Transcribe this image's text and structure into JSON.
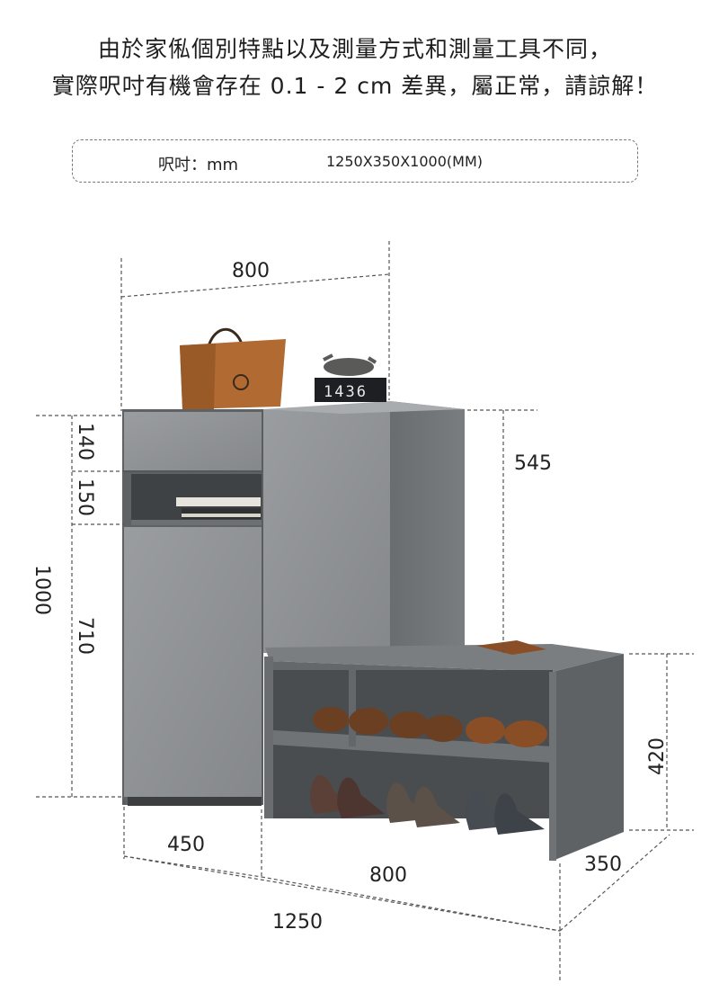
{
  "notice": {
    "line1": "由於家俬個別特點以及測量方式和測量工具不同，",
    "line2": "實際呎吋有機會存在 0.1 - 2 cm 差異，屬正常，請諒解！"
  },
  "size_info": {
    "label": "呎吋：mm",
    "value": "1250X350X1000(MM)"
  },
  "dimensions": {
    "top_width": "800",
    "drawer_height": "140",
    "open_shelf_height": "150",
    "total_height": "1000",
    "lower_door_height": "710",
    "upper_cabinet_height": "545",
    "bench_height": "420",
    "left_width": "450",
    "bench_width": "800",
    "depth": "350",
    "total_width": "1250"
  },
  "clock_digits": "1436",
  "colors": {
    "cabinet_front": "#8e9194",
    "cabinet_side": "#6d7073",
    "bench_top": "#7b7e81",
    "shadow": "#3c3e40",
    "dashed": "#555555"
  }
}
